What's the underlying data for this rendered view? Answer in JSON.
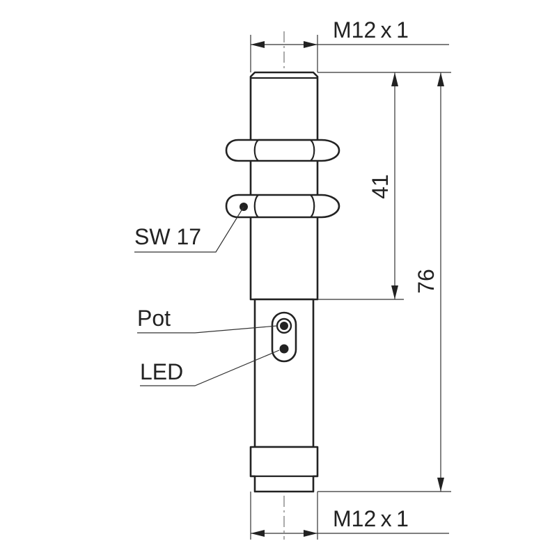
{
  "labels": {
    "top_thread": "M12 x 1",
    "bottom_thread": "M12 x 1",
    "wrench_size": "SW 17",
    "potentiometer": "Pot",
    "led": "LED",
    "thread_length": "41",
    "total_length": "76"
  },
  "colors": {
    "line": "#222222",
    "background": "#ffffff"
  }
}
